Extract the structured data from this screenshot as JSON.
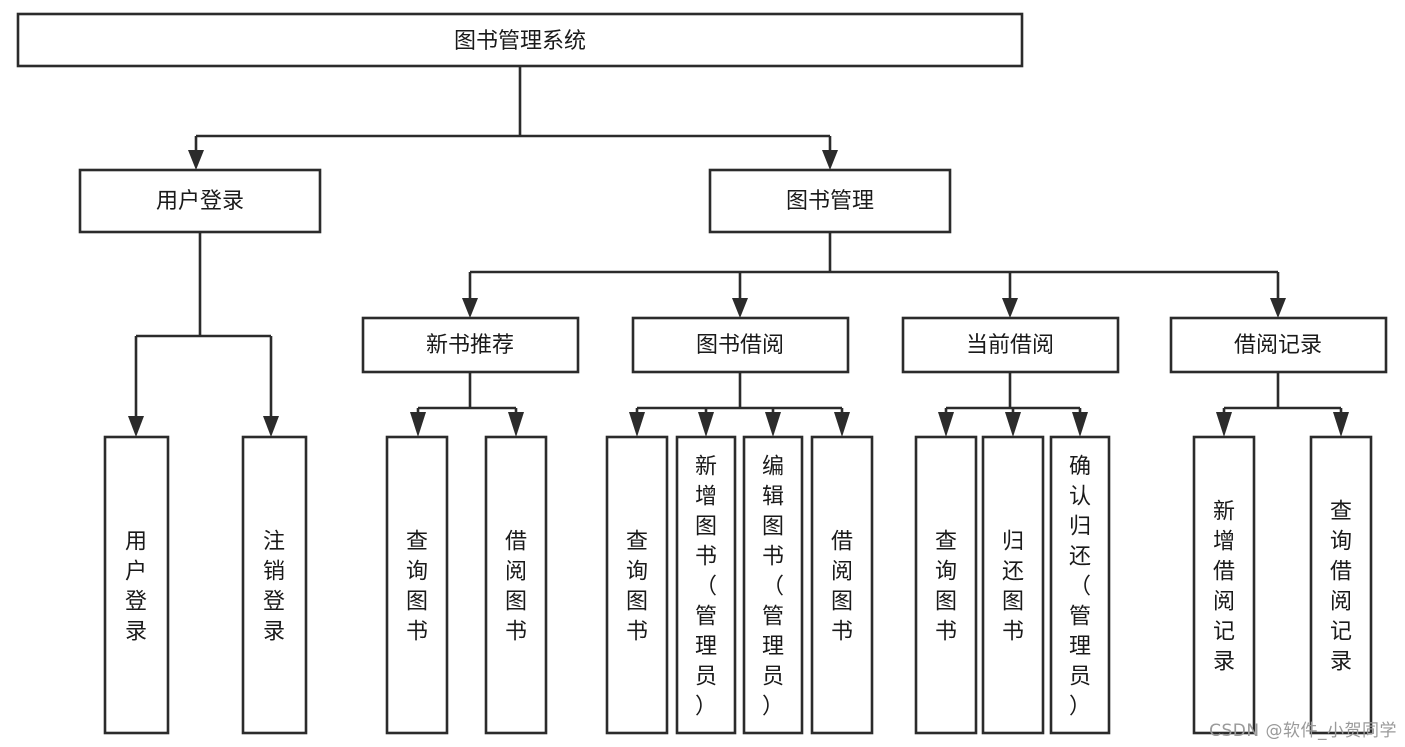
{
  "diagram": {
    "type": "tree",
    "title": "图书管理系统",
    "background_color": "#ffffff",
    "line_color": "#2b2b2b",
    "text_color": "#1a1a1a",
    "watermark": "CSDN @软件_小贺同学",
    "nodes": {
      "root": {
        "label": "图书管理系统"
      },
      "level2": [
        {
          "id": "user-login",
          "label": "用户登录"
        },
        {
          "id": "book-management",
          "label": "图书管理"
        }
      ],
      "level3": [
        {
          "id": "new-book-recommend",
          "label": "新书推荐",
          "parent": "book-management"
        },
        {
          "id": "book-borrow",
          "label": "图书借阅",
          "parent": "book-management"
        },
        {
          "id": "current-borrow",
          "label": "当前借阅",
          "parent": "book-management"
        },
        {
          "id": "borrow-record",
          "label": "借阅记录",
          "parent": "book-management"
        }
      ],
      "leaves": [
        {
          "id": "leaf-user-login",
          "label": "用户登录",
          "parent": "user-login"
        },
        {
          "id": "leaf-user-logout",
          "label": "注销登录",
          "parent": "user-login"
        },
        {
          "id": "leaf-query-book-1",
          "label": "查询图书",
          "parent": "new-book-recommend"
        },
        {
          "id": "leaf-borrow-book-1",
          "label": "借阅图书",
          "parent": "new-book-recommend"
        },
        {
          "id": "leaf-query-book-2",
          "label": "查询图书",
          "parent": "book-borrow"
        },
        {
          "id": "leaf-add-book",
          "label": "新增图书（管理员）",
          "parent": "book-borrow"
        },
        {
          "id": "leaf-edit-book",
          "label": "编辑图书（管理员）",
          "parent": "book-borrow"
        },
        {
          "id": "leaf-borrow-book-2",
          "label": "借阅图书",
          "parent": "book-borrow"
        },
        {
          "id": "leaf-query-book-3",
          "label": "查询图书",
          "parent": "current-borrow"
        },
        {
          "id": "leaf-return-book",
          "label": "归还图书",
          "parent": "current-borrow"
        },
        {
          "id": "leaf-confirm-return",
          "label": "确认归还（管理员）",
          "parent": "current-borrow"
        },
        {
          "id": "leaf-add-record",
          "label": "新增借阅记录",
          "parent": "borrow-record"
        },
        {
          "id": "leaf-query-record",
          "label": "查询借阅记录",
          "parent": "borrow-record"
        }
      ]
    }
  }
}
